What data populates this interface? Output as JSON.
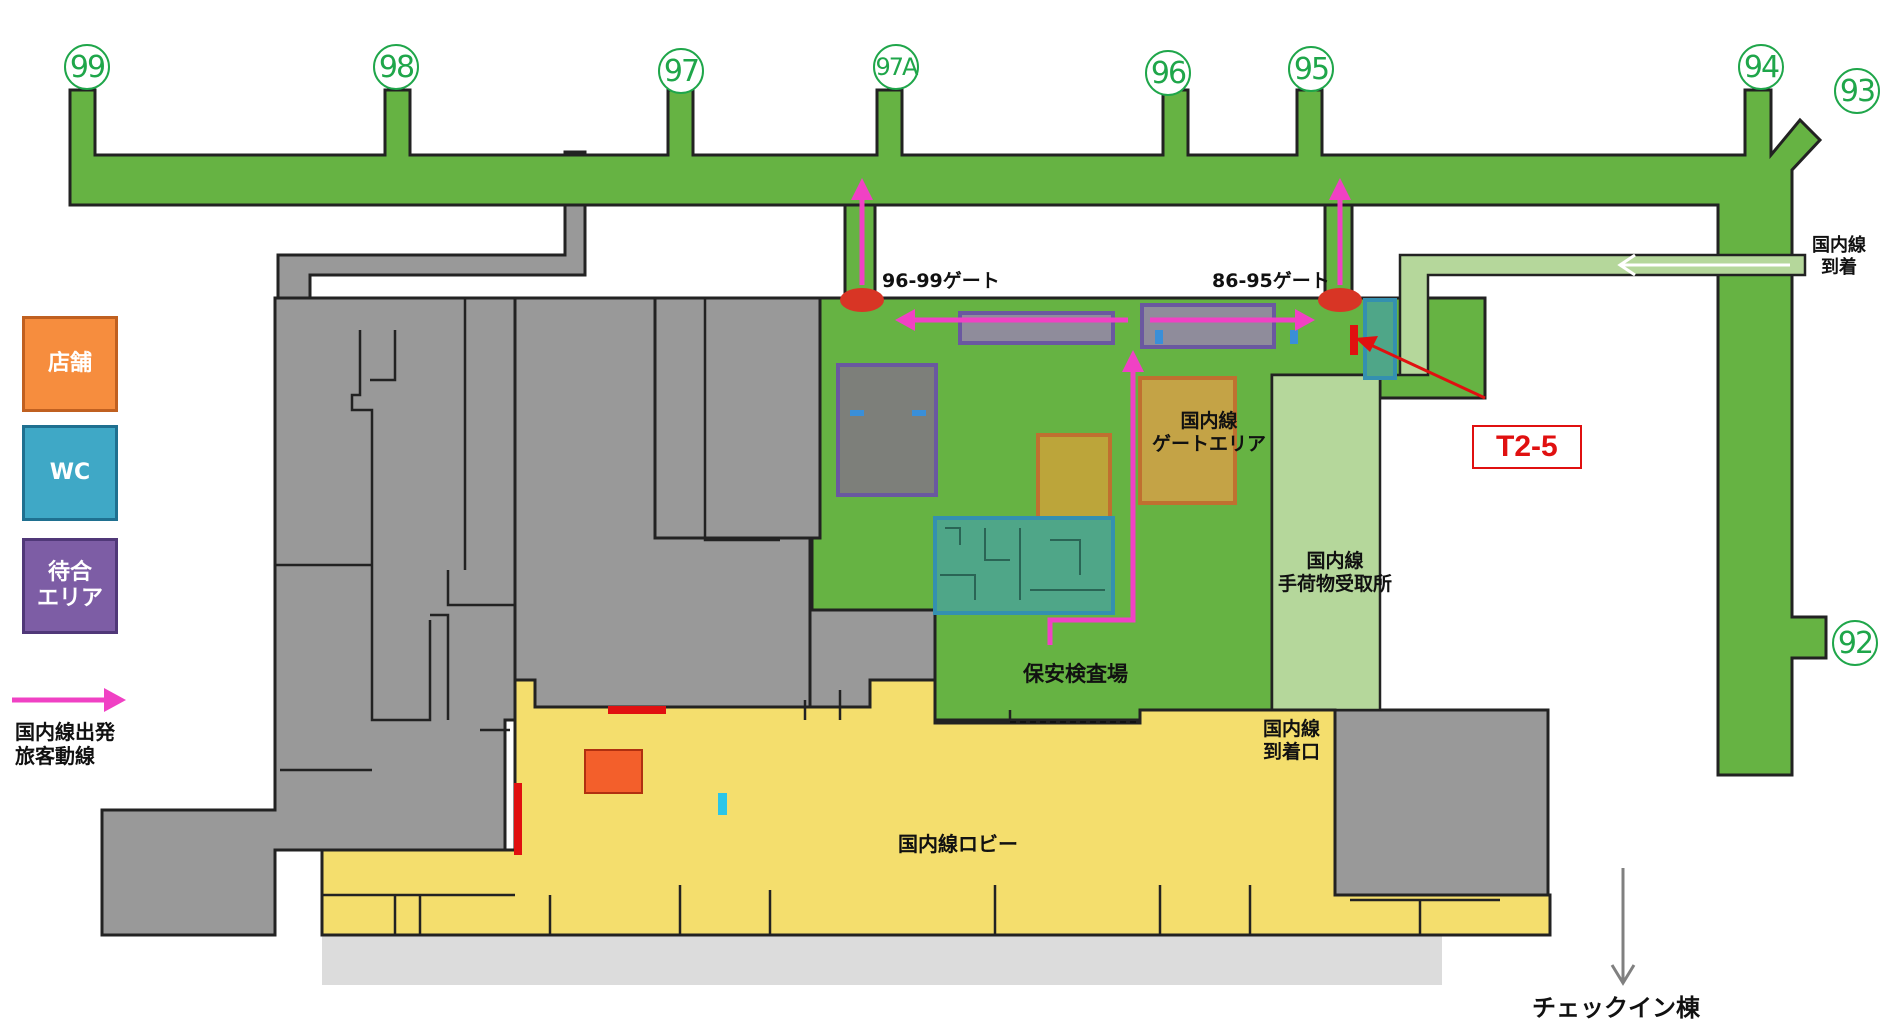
{
  "gates": [
    "99",
    "98",
    "97",
    "97A",
    "96",
    "95",
    "94",
    "93",
    "92"
  ],
  "legend": {
    "shop": "店舗",
    "wc": "WC",
    "waiting_line1": "待合",
    "waiting_line2": "エリア",
    "route_line1": "国内線出発",
    "route_line2": "旅客動線"
  },
  "labels": {
    "gates_96_99": "96-99ゲート",
    "gates_86_95": "86-95ゲート",
    "arrival_line1": "国内線",
    "arrival_line2": "到着",
    "gate_area_line1": "国内線",
    "gate_area_line2": "ゲートエリア",
    "baggage_line1": "国内線",
    "baggage_line2": "手荷物受取所",
    "security": "保安検査場",
    "arrival_exit_line1": "国内線",
    "arrival_exit_line2": "到着口",
    "lobby": "国内線ロビー",
    "checkin": "チェックイン棟",
    "tag": "T2-5"
  },
  "colors": {
    "corridor": "#66b343",
    "arrival_path": "#b5d79b",
    "building": "#999999",
    "lobby": "#f4de6d",
    "shop": "#f68d3e",
    "wc": "#3fa8c6",
    "waiting": "#7d5da5",
    "route": "#f041c4",
    "marker": "#e01010"
  }
}
